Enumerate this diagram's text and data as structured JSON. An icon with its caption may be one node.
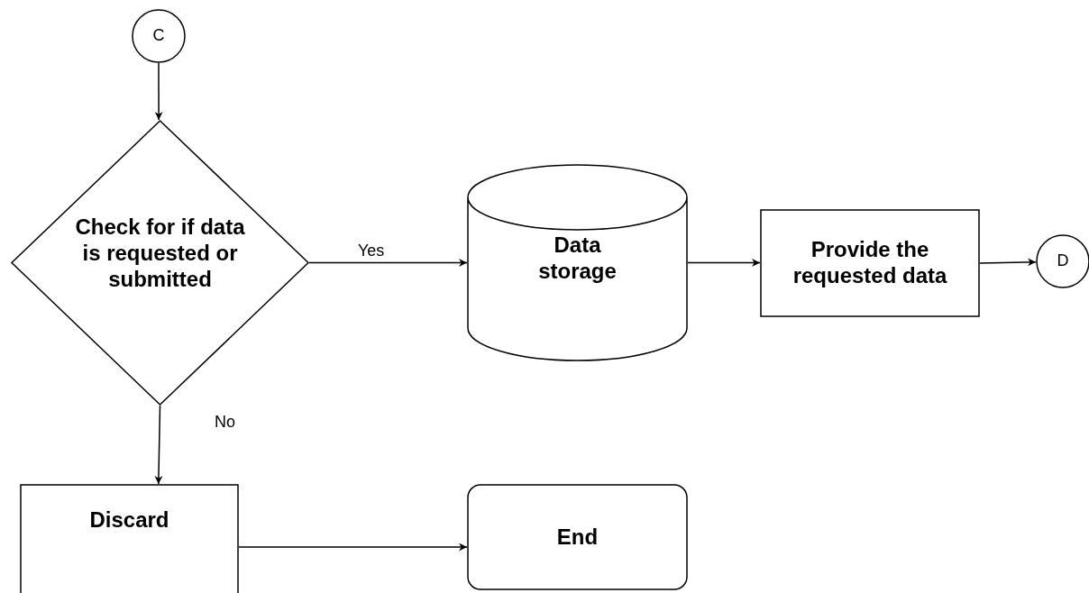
{
  "diagram": {
    "nodes": [
      {
        "text": [
          "C"
        ]
      },
      {
        "text": [
          "Check for if data is requested or submitted"
        ]
      },
      {
        "text": [
          "Data storage"
        ]
      },
      {
        "text": [
          "Provide the requested data"
        ]
      },
      {
        "text": [
          "D"
        ]
      },
      {
        "text": [
          "Discard"
        ]
      },
      {
        "text": [
          "End"
        ]
      }
    ],
    "edges": [
      {
        "from": 0,
        "to": 1,
        "arrow": "to"
      },
      {
        "from": 1,
        "to": 2,
        "arrow": "to",
        "label": "Yes"
      },
      {
        "from": 2,
        "to": 3,
        "arrow": "to"
      },
      {
        "from": 3,
        "to": 4,
        "arrow": "to"
      },
      {
        "from": 1,
        "to": 5,
        "arrow": "to",
        "label": "No"
      },
      {
        "from": 5,
        "to": 6,
        "arrow": "to"
      }
    ]
  }
}
